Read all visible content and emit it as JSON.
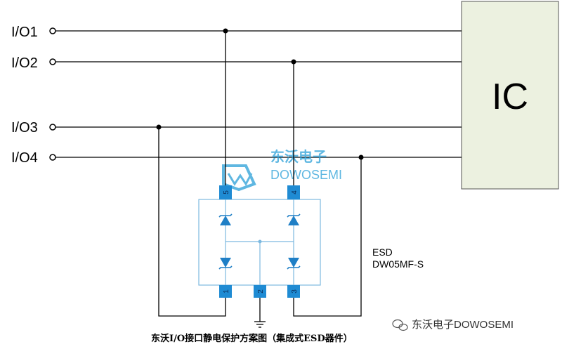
{
  "io_lines": [
    "I/O1",
    "I/O2",
    "I/O3",
    "I/O4"
  ],
  "ic": {
    "label": "IC"
  },
  "esd": {
    "title": "ESD",
    "part": "DW05MF-S"
  },
  "pins": {
    "top_left": "5",
    "top_right": "4",
    "bottom_left": "1",
    "bottom_middle": "2",
    "bottom_right": "3"
  },
  "watermark": {
    "cn": "东沃电子",
    "en": "DOWOSEMI"
  },
  "caption": "东沃I/O接口静电保护方案图（集成式ESD器件）",
  "brand": "东沃电子DOWOSEMI",
  "colors": {
    "ic_fill": "#ecf1e0",
    "pin_fill": "#1f8bd3",
    "diode_fill": "#1f7fc6",
    "watermark": "#2a9fd8"
  }
}
